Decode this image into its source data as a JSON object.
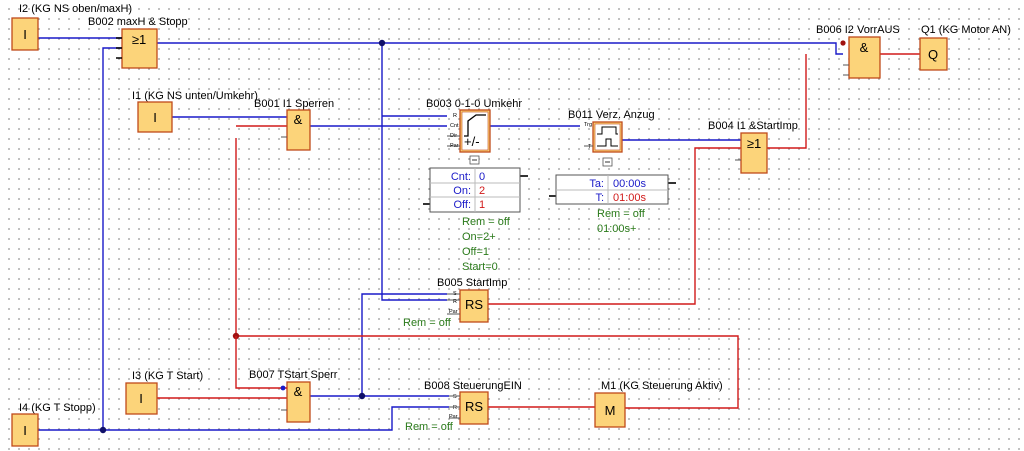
{
  "inputs": {
    "i2": {
      "label": "I2 (KG NS oben/maxH)",
      "symbol": "I"
    },
    "i1": {
      "label": "I1 (KG NS unten/Umkehr)",
      "symbol": "I"
    },
    "i3": {
      "label": "I3 (KG T Start)",
      "symbol": "I"
    },
    "i4": {
      "label": "I4 (KG T Stopp)",
      "symbol": "I"
    }
  },
  "blocks": {
    "b002": {
      "label": "B002 maxH & Stopp",
      "symbol": "≥1"
    },
    "b001": {
      "label": "B001 I1 Sperren",
      "symbol": "&"
    },
    "b003": {
      "label": "B003 0-1-0 Umkehr",
      "pins": [
        "R",
        "Cnt",
        "Dir",
        "Par"
      ],
      "params": [
        {
          "key": "Cnt:",
          "value": "0"
        },
        {
          "key": "On:",
          "value": "2"
        },
        {
          "key": "Off:",
          "value": "1"
        }
      ],
      "notes": [
        "Rem = off",
        "On=2+",
        "Off=1",
        "Start=0"
      ]
    },
    "b011": {
      "label": "B011 Verz. Anzug",
      "pins": [
        "Trg",
        "T"
      ],
      "params": [
        {
          "key": "Ta:",
          "value": "00:00s"
        },
        {
          "key": "T:",
          "value": "01:00s"
        }
      ],
      "notes": [
        "Rem = off",
        "01:00s+"
      ]
    },
    "b004": {
      "label": "B004 I1 &StartImp",
      "symbol": "≥1"
    },
    "b006": {
      "label": "B006 I2 VorrAUS",
      "symbol": "&"
    },
    "b005": {
      "label": "B005 StartImp",
      "symbol": "RS",
      "pins": [
        "S",
        "R",
        "Par"
      ],
      "note": "Rem = off"
    },
    "b007": {
      "label": "B007 TStart Sperr",
      "symbol": "&"
    },
    "b008": {
      "label": "B008 SteuerungEIN",
      "symbol": "RS",
      "pins": [
        "S",
        "R",
        "Par"
      ],
      "note": "Rem = off"
    }
  },
  "outputs": {
    "q1": {
      "label": "Q1 (KG Motor AN)",
      "symbol": "Q"
    },
    "m1": {
      "label": "M1 (KG Steuerung Aktiv)",
      "symbol": "M"
    }
  },
  "colors": {
    "wire_low": "#1a1ac8",
    "wire_high": "#d11a1a",
    "block_fill": "#fcd47a",
    "block_border": "#c04a1a",
    "note_text": "#2a7a1a"
  }
}
